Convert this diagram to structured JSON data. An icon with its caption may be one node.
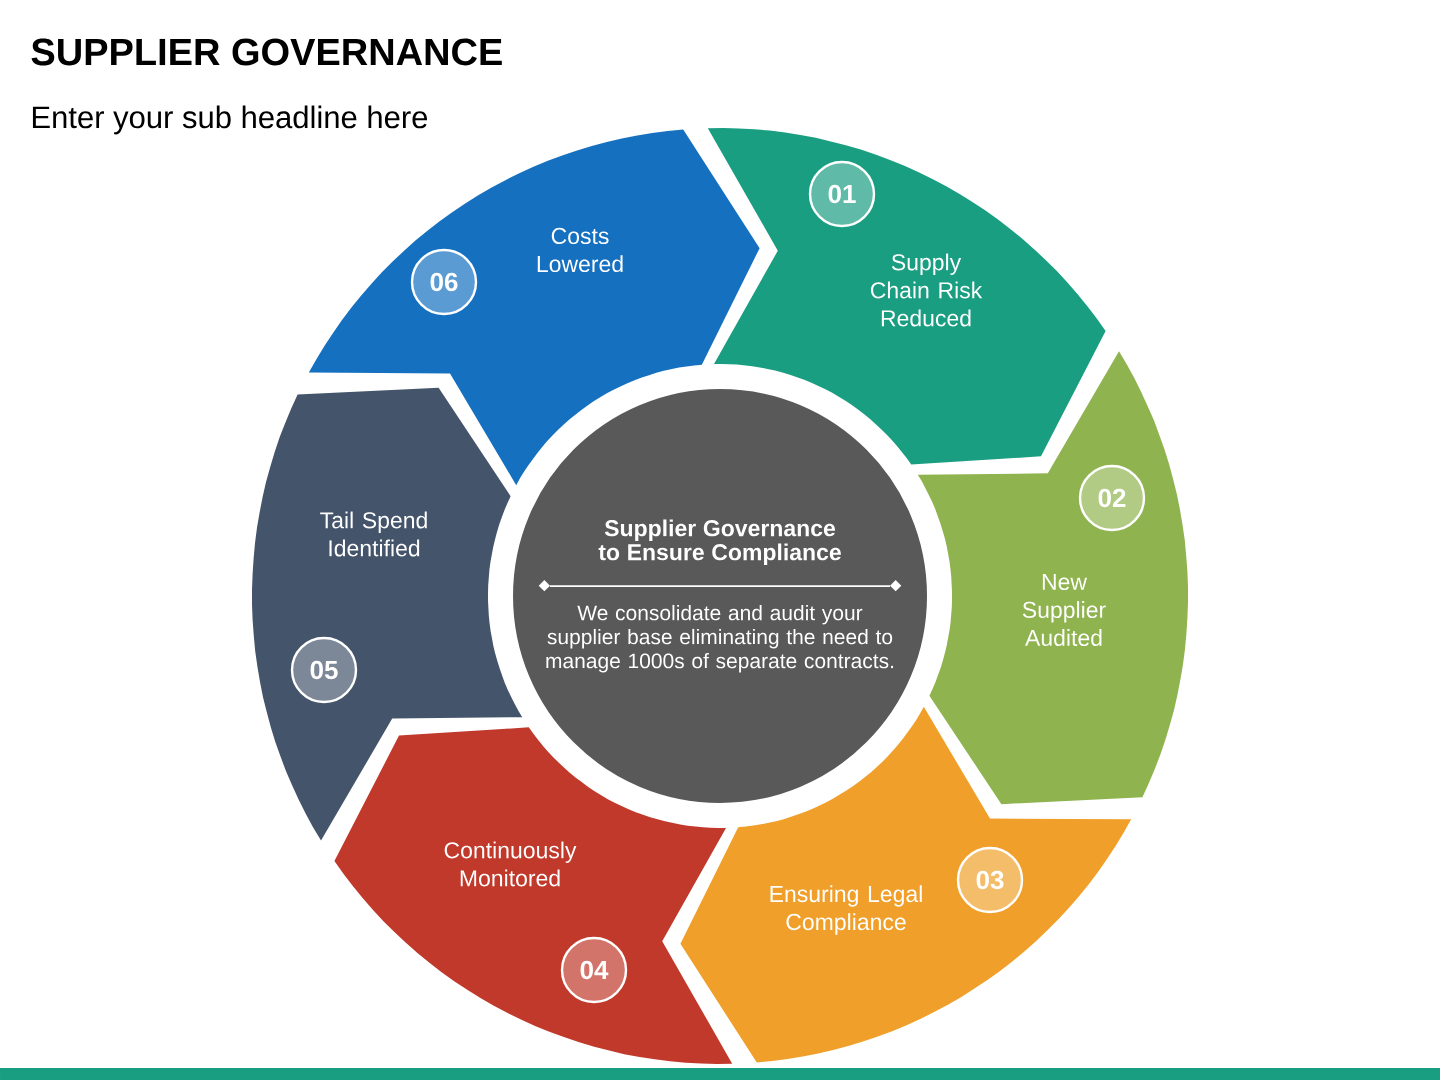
{
  "diagram": {
    "title": "SUPPLIER GOVERNANCE",
    "nodes": [
      {
        "text": [
          "Supplier Governance to Ensure Compliance",
          "We consolidate and audit your supplier base eliminating the need to manage 1000s of separate contracts."
        ]
      },
      {
        "text": [
          "Supply Chain Risk Reduced"
        ]
      },
      {
        "text": [
          "01"
        ],
        "in": 1
      },
      {
        "text": [
          "New Supplier Audited"
        ]
      },
      {
        "text": [
          "02"
        ],
        "in": 3
      },
      {
        "text": [
          "Ensuring Legal Compliance"
        ]
      },
      {
        "text": [
          "03"
        ],
        "in": 5
      },
      {
        "text": [
          "Continuously Monitored"
        ]
      },
      {
        "text": [
          "04"
        ],
        "in": 7
      },
      {
        "text": [
          "Tail Spend Identified"
        ]
      },
      {
        "text": [
          "05"
        ],
        "in": 9
      },
      {
        "text": [
          "Costs Lowered"
        ]
      },
      {
        "text": [
          "06"
        ],
        "in": 11
      }
    ],
    "labels": [
      "Enter your sub headline here"
    ]
  }
}
